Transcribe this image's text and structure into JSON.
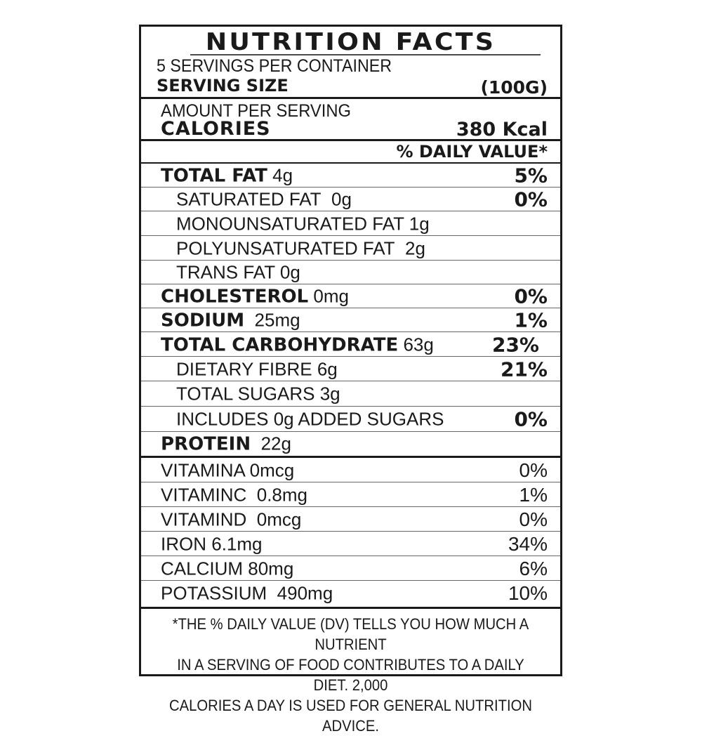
{
  "panel": {
    "title": "NUTRITION FACTS",
    "servings_per_container": "5 SERVINGS PER CONTAINER",
    "serving_size_label": "SERVING SIZE",
    "serving_size_value": "(100G)",
    "amount_per_serving": "AMOUNT PER SERVING",
    "calories_label": "CALORIES",
    "calories_value": "380 Kcal",
    "daily_value_header": "% DAILY VALUE*"
  },
  "nutrients": [
    {
      "name": "TOTAL FAT",
      "amount": "4g",
      "dv": "5%"
    },
    {
      "name": "SATURATED FAT",
      "amount": "0g",
      "dv": "0%"
    },
    {
      "name": "MONOUNSATURATED FAT",
      "amount": "1g",
      "dv": ""
    },
    {
      "name": "POLYUNSATURATED FAT",
      "amount": "2g",
      "dv": ""
    },
    {
      "name": "TRANS FAT",
      "amount": "0g",
      "dv": ""
    },
    {
      "name": "CHOLESTEROL",
      "amount": "0mg",
      "dv": "0%"
    },
    {
      "name": "SODIUM",
      "amount": "25mg",
      "dv": "1%"
    },
    {
      "name": "TOTAL CARBOHYDRATE",
      "amount": "63g",
      "dv": "23%"
    },
    {
      "name": "DIETARY FIBRE",
      "amount": "6g",
      "dv": "21%"
    },
    {
      "name": "TOTAL SUGARS",
      "amount": "3g",
      "dv": ""
    },
    {
      "name": "INCLUDES",
      "amount": "0g ADDED SUGARS",
      "dv": "0%"
    },
    {
      "name": "PROTEIN",
      "amount": "22g",
      "dv": ""
    }
  ],
  "vitamins": [
    {
      "name": "VITAMINA",
      "amount": "0mcg",
      "dv": "0%"
    },
    {
      "name": "VITAMINC",
      "amount": "0.8mg",
      "dv": "1%"
    },
    {
      "name": "VITAMIND",
      "amount": "0mcg",
      "dv": "0%"
    },
    {
      "name": "IRON",
      "amount": "6.1mg",
      "dv": "34%"
    },
    {
      "name": "CALCIUM",
      "amount": "80mg",
      "dv": "6%"
    },
    {
      "name": "POTASSIUM",
      "amount": "490mg",
      "dv": "10%"
    }
  ],
  "footnote": {
    "line1": "*THE % DAILY VALUE (DV) TELLS YOU HOW MUCH A NUTRIENT",
    "line2": "IN  A SERVING OF FOOD CONTRIBUTES TO A DAILY DIET. 2,000",
    "line3": "CALORIES  A DAY IS USED FOR GENERAL NUTRITION ADVICE."
  },
  "colors": {
    "ink": "#1a1a1a",
    "background": "#ffffff"
  }
}
